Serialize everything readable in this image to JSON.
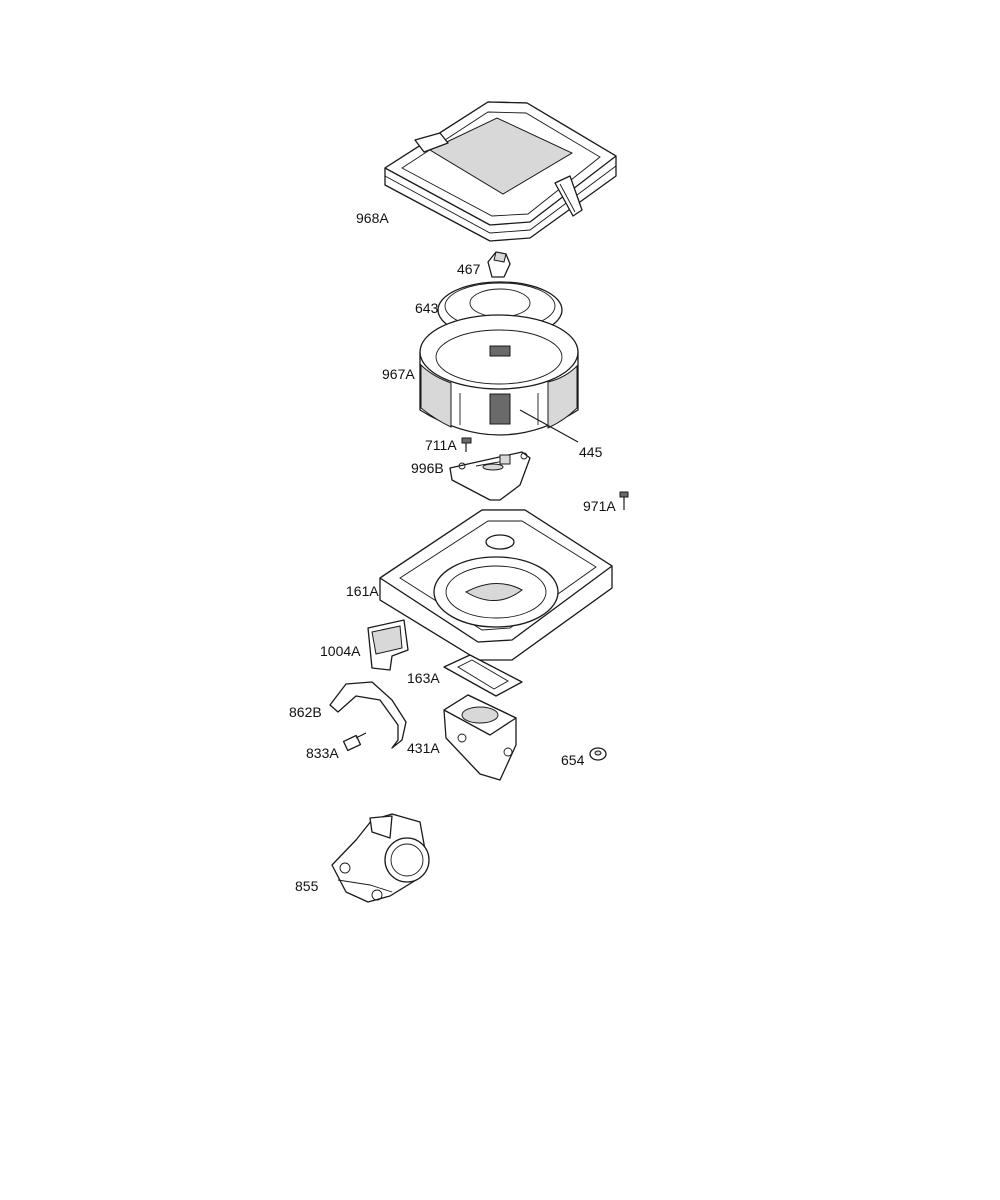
{
  "colors": {
    "line": "#1a1a1a",
    "background": "#ffffff",
    "shade": "#d8d8d8"
  },
  "parts": [
    {
      "id": "p968A",
      "label": "968A"
    },
    {
      "id": "p467",
      "label": "467"
    },
    {
      "id": "p643",
      "label": "643"
    },
    {
      "id": "p967A",
      "label": "967A"
    },
    {
      "id": "p445",
      "label": "445"
    },
    {
      "id": "p711A",
      "label": "711A"
    },
    {
      "id": "p996B",
      "label": "996B"
    },
    {
      "id": "p971A",
      "label": "971A"
    },
    {
      "id": "p161A",
      "label": "161A"
    },
    {
      "id": "p1004A",
      "label": "1004A"
    },
    {
      "id": "p163A",
      "label": "163A"
    },
    {
      "id": "p862B",
      "label": "862B"
    },
    {
      "id": "p833A",
      "label": "833A"
    },
    {
      "id": "p431A",
      "label": "431A"
    },
    {
      "id": "p654",
      "label": "654"
    },
    {
      "id": "p855",
      "label": "855"
    }
  ]
}
